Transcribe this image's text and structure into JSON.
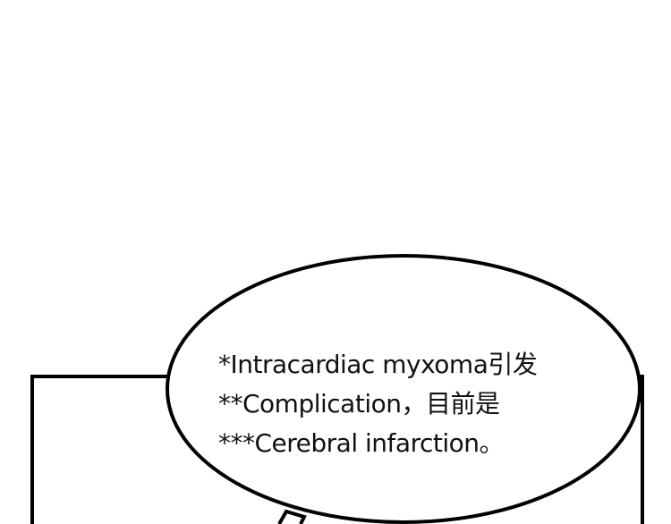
{
  "speech_bubble": {
    "lines": [
      "*Intracardiac myxoma引发",
      "**Complication，目前是",
      "***Cerebral infarction。"
    ]
  }
}
